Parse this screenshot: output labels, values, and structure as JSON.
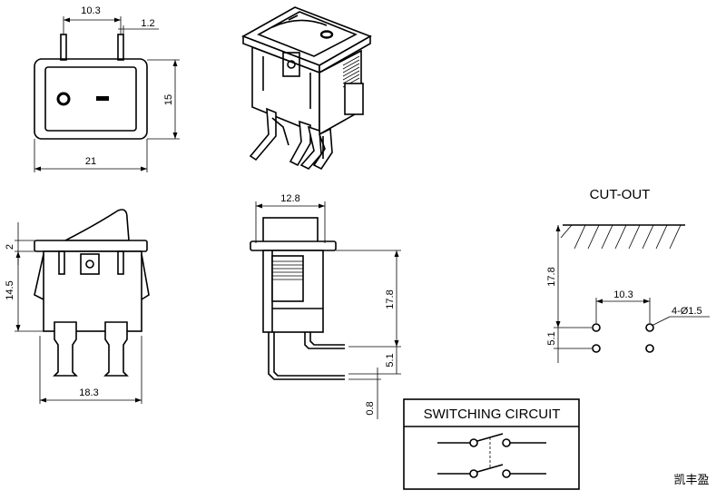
{
  "front_view": {
    "dim_width": "10.3",
    "dim_pin": "1.2",
    "dim_height": "15",
    "dim_total": "21",
    "symbol_off": "O",
    "symbol_on": "-"
  },
  "side_view": {
    "dim_top": "2",
    "dim_height": "14.5",
    "dim_base": "18.3"
  },
  "section_view": {
    "dim_width": "12.8",
    "dim_height": "17.8",
    "dim_offset": "5.1",
    "dim_thickness": "0.8"
  },
  "cutout": {
    "title": "CUT-OUT",
    "dim_height": "17.8",
    "dim_spacing": "10.3",
    "dim_offset": "5.1",
    "hole_label": "4-Ø1.5"
  },
  "switching": {
    "title": "SWITCHING CIRCUIT"
  },
  "watermark": "凯丰盈"
}
